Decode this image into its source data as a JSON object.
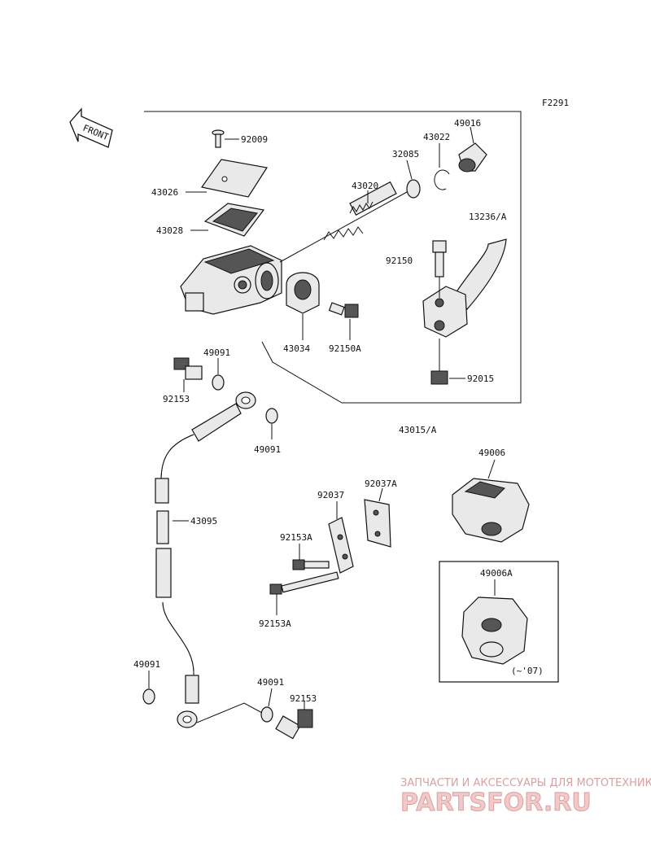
{
  "figure_code": "F2291",
  "front_label": "FRONT",
  "labels": {
    "p92009": "92009",
    "p43026": "43026",
    "p43028": "43028",
    "p43020": "43020",
    "p32085": "32085",
    "p43022": "43022",
    "p49016": "49016",
    "p13236": "13236/A",
    "p92150": "92150",
    "p43034": "43034",
    "p92150a": "92150A",
    "p92015": "92015",
    "p43015": "43015/A",
    "p49091_a": "49091",
    "p92153_a": "92153",
    "p49091_b": "49091",
    "p43095": "43095",
    "p92037": "92037",
    "p92037a": "92037A",
    "p92153a_a": "92153A",
    "p92153a_b": "92153A",
    "p49006": "49006",
    "p49006a": "49006A",
    "p07": "(~'07)",
    "p49091_c": "49091",
    "p49091_d": "49091",
    "p92153_b": "92153"
  },
  "watermark": {
    "line1": "ЗАПЧАСТИ И АКСЕССУАРЫ ДЛЯ МОТОТЕХНИКИ",
    "line2": "PARTSFOR.RU"
  }
}
